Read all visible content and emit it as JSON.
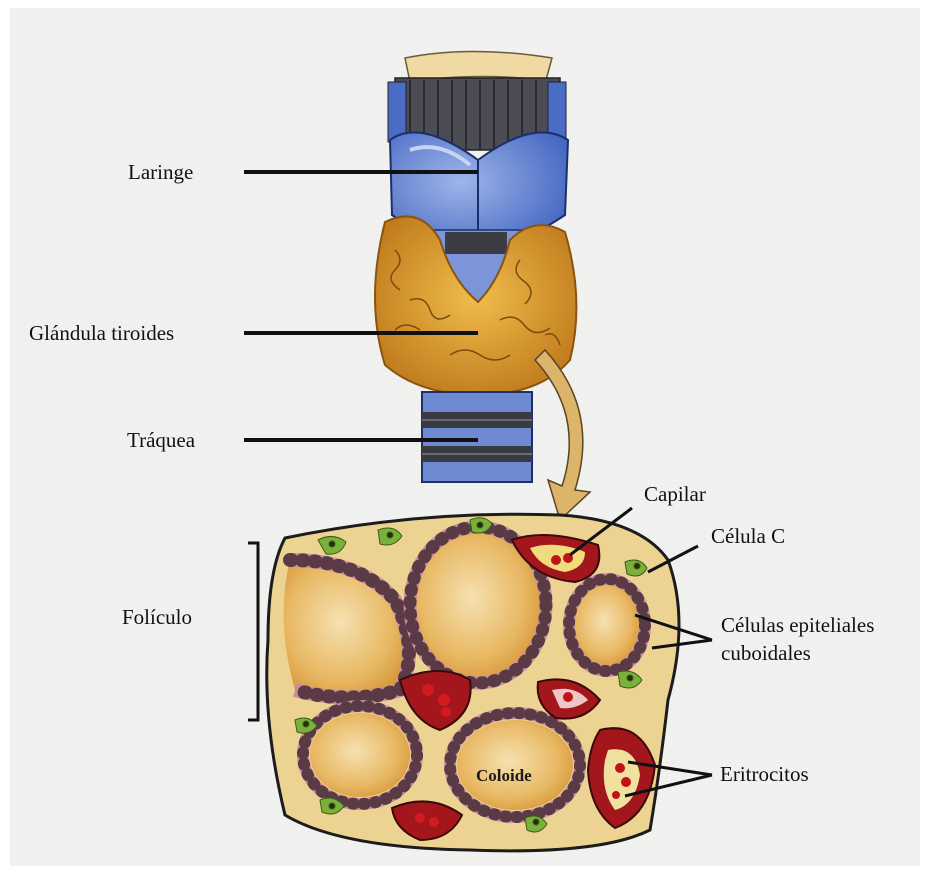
{
  "labels": {
    "laringe": "Laringe",
    "glandula": "Glándula tiroides",
    "traquea": "Tráquea",
    "foliculo": "Folículo",
    "capilar": "Capilar",
    "celula_c": "Célula C",
    "celulas_ep_1": "Células epiteliales",
    "celulas_ep_2": "cuboidales",
    "eritrocitos": "Eritrocitos",
    "coloide": "Coloide"
  },
  "colors": {
    "paper": "#f1f1ef",
    "cartilage_blue": "#5b7fd0",
    "thyroid_orange": "#d99a2a",
    "tissue_tan": "#e9cf8e",
    "colloid": "#e7b968",
    "cell_pink": "#d8a2b0",
    "capillary_red": "#a3161c",
    "c_cell_green": "#7bb03a",
    "arrow": "#d8b060"
  }
}
